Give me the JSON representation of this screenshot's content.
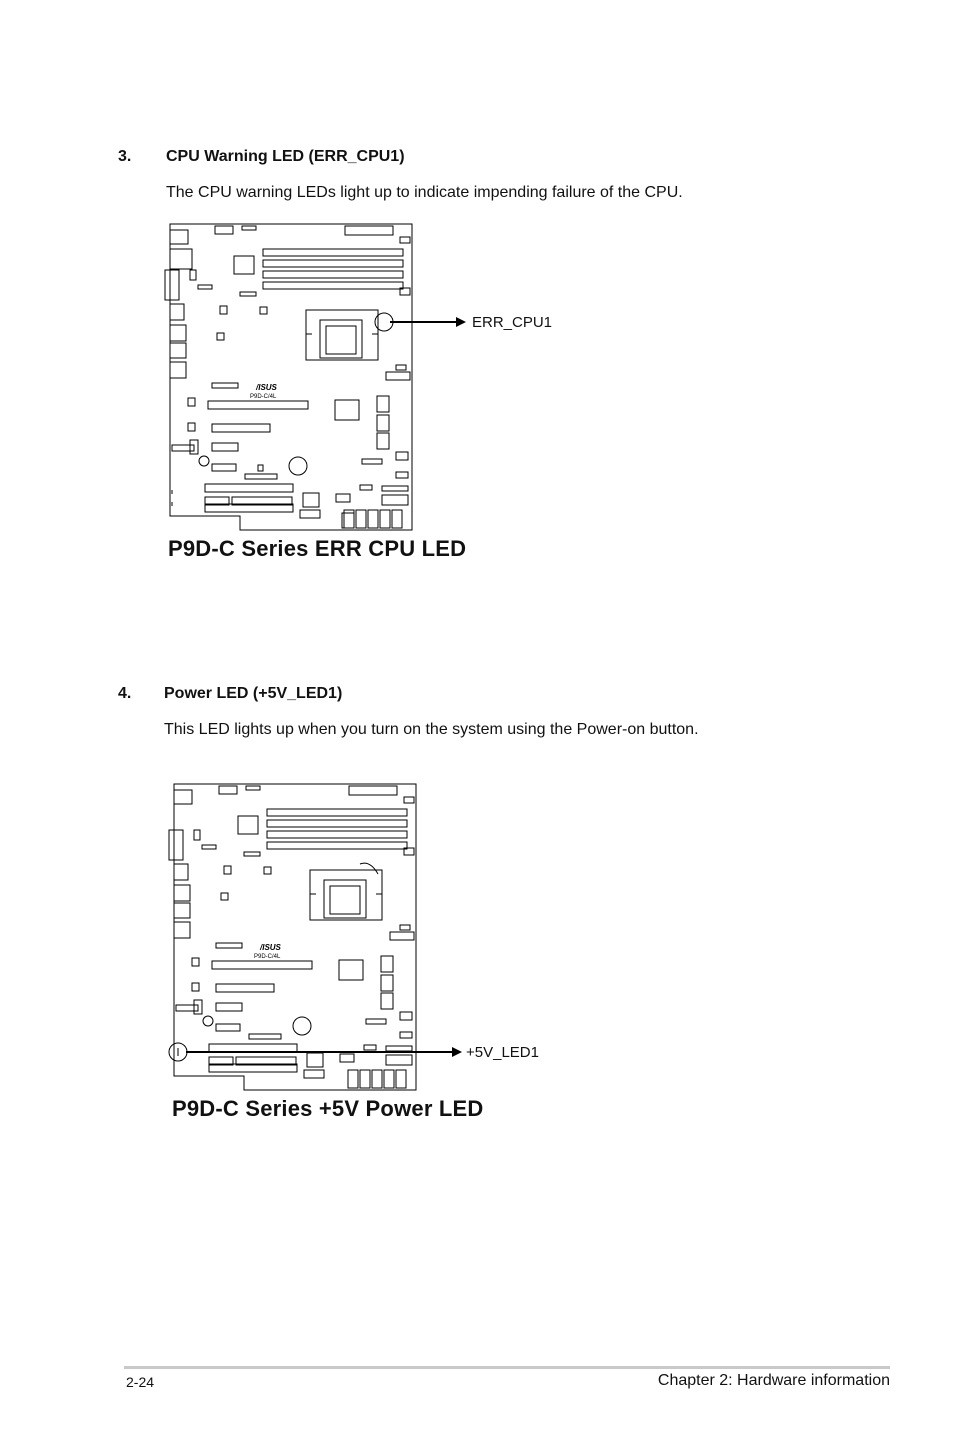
{
  "sections": [
    {
      "number": "3.",
      "title": "CPU Warning LED (ERR_CPU1)",
      "description": "The CPU warning LEDs light up to indicate impending failure of the CPU.",
      "figure": {
        "board_label": "P9D-C/4L",
        "brand_logo": "/ISUS",
        "callout_label": "ERR_CPU1",
        "caption": "P9D-C Series ERR CPU LED"
      }
    },
    {
      "number": "4.",
      "title": "Power LED (+5V_LED1)",
      "description": "This LED lights up when you turn on the system using the Power-on button.",
      "figure": {
        "board_label": "P9D-C/4L",
        "brand_logo": "/ISUS",
        "callout_label": "+5V_LED1",
        "caption": "P9D-C Series +5V Power LED"
      }
    }
  ],
  "footer": {
    "page_number": "2-24",
    "chapter": "Chapter 2: Hardware information"
  }
}
